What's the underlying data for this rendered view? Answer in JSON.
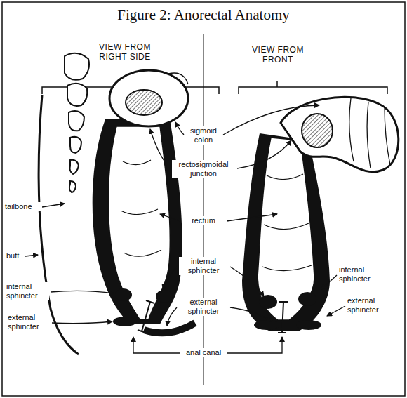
{
  "diagram": {
    "title": "Figure 2: Anorectal Anatomy",
    "labels": [
      "VIEW FROM RIGHT SIDE",
      "VIEW FROM FRONT",
      "sigmoid colon",
      "rectosigmoidal junction",
      "rectum",
      "tailbone",
      "butt",
      "internal sphincter",
      "external sphincter",
      "internal sphincter",
      "external sphincter",
      "internal sphincter",
      "external sphincter",
      "anal canal"
    ]
  }
}
